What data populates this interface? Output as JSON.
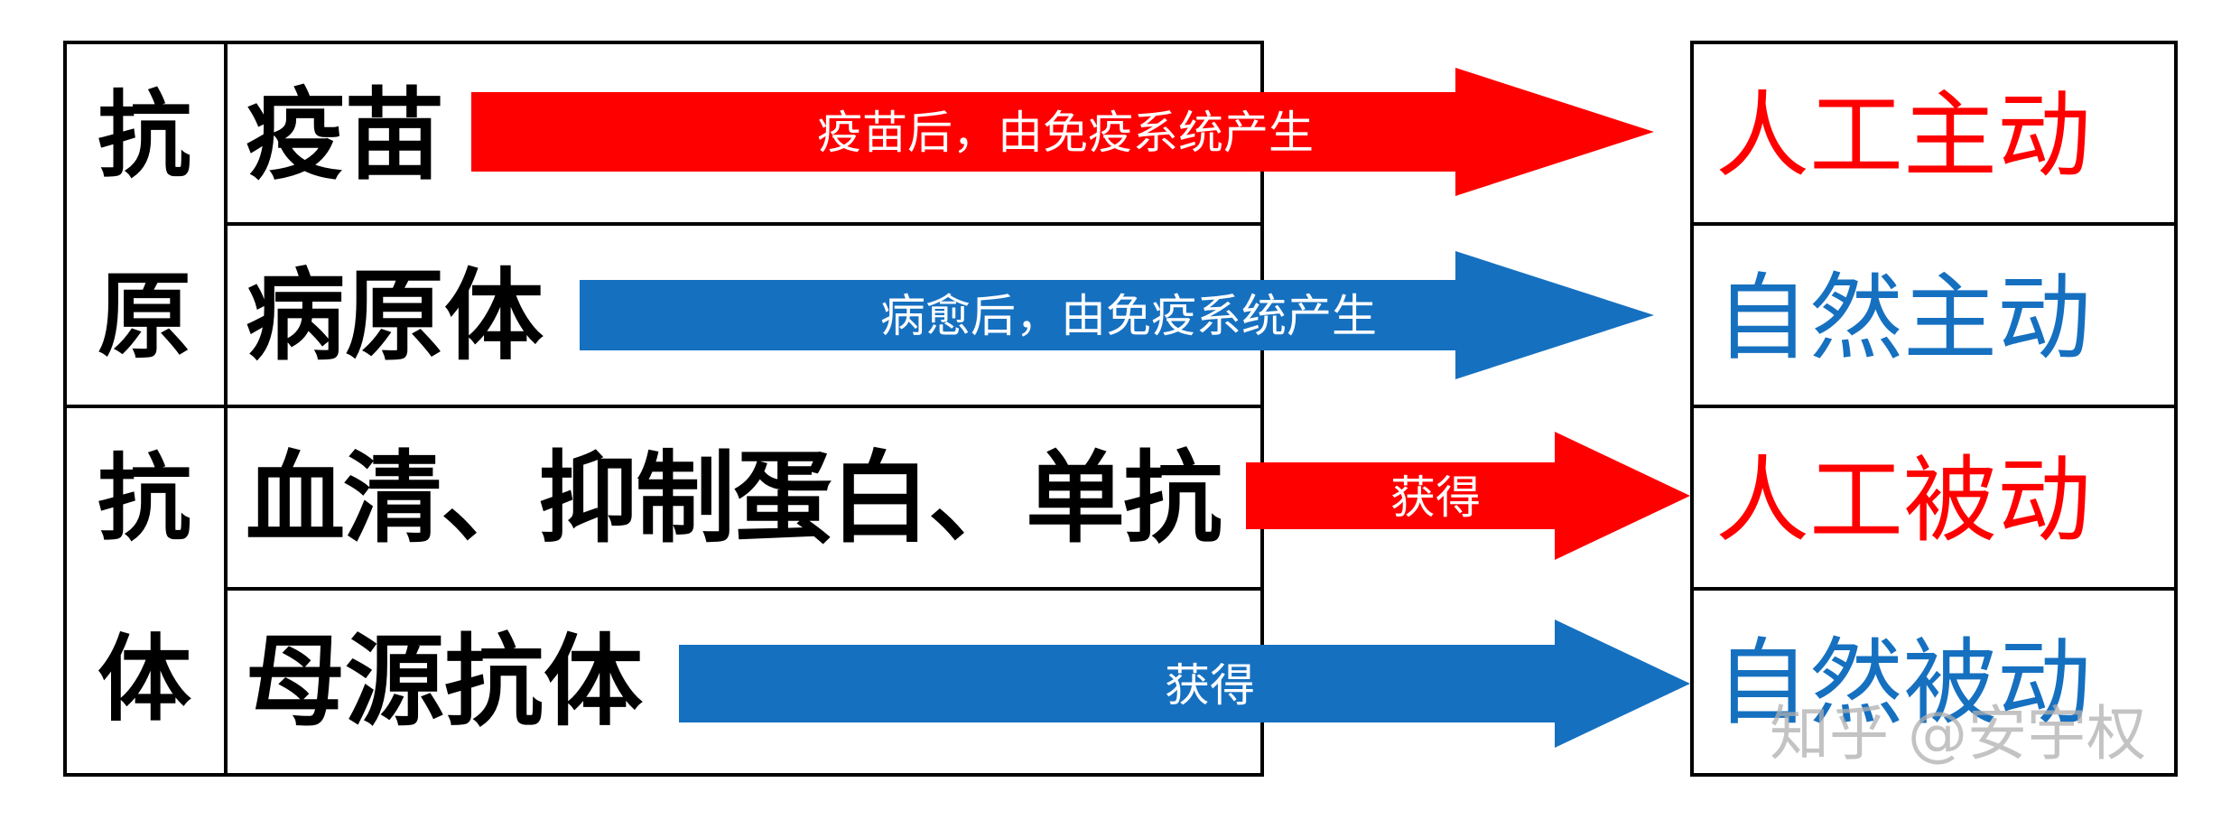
{
  "left_table": {
    "group_antigen": [
      "抗",
      "原"
    ],
    "group_antibody": [
      "抗",
      "体"
    ],
    "rows": [
      "疫苗",
      "病原体",
      "血清、抑制蛋白、单抗",
      "母源抗体"
    ]
  },
  "arrows": [
    {
      "label": "疫苗后，由免疫系统产生",
      "color": "#ff0000"
    },
    {
      "label": "病愈后，由免疫系统产生",
      "color": "#1670c0"
    },
    {
      "label": "获得",
      "color": "#ff0000"
    },
    {
      "label": "获得",
      "color": "#1670c0"
    }
  ],
  "results": [
    {
      "label": "人工主动",
      "color": "#ff0000"
    },
    {
      "label": "自然主动",
      "color": "#1670c0"
    },
    {
      "label": "人工被动",
      "color": "#ff0000"
    },
    {
      "label": "自然被动",
      "color": "#1670c0"
    }
  ],
  "watermark": "知乎 @安宇权"
}
